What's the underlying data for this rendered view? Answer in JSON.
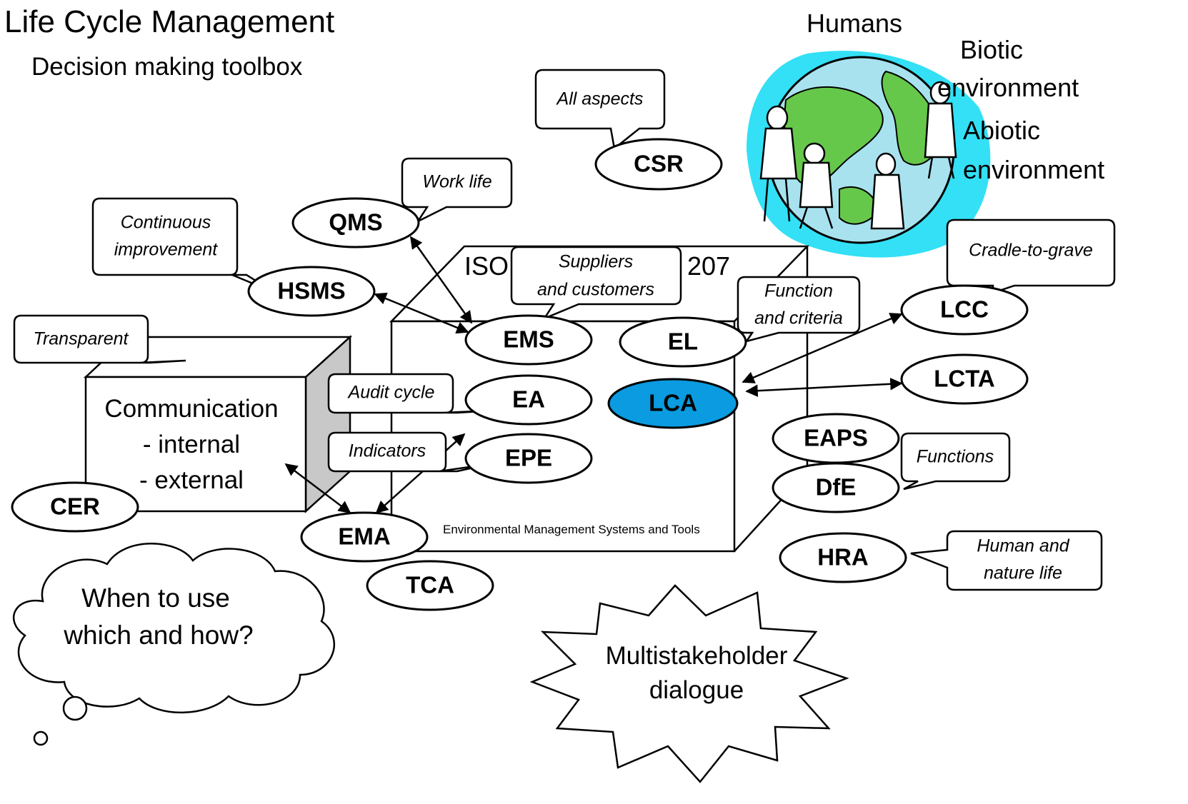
{
  "title": "Life Cycle Management",
  "subtitle": "Decision making toolbox",
  "world": {
    "labels": [
      "Humans",
      "Biotic",
      "environment",
      "Abiotic",
      "environment"
    ]
  },
  "cube_iso": {
    "label_left": "ISO",
    "label_right": "207",
    "caption": "Environmental Management Systems and Tools"
  },
  "communication_box": {
    "line1": "Communication",
    "line2": "- internal",
    "line3": "- external"
  },
  "nodes": {
    "CSR": "CSR",
    "QMS": "QMS",
    "HSMS": "HSMS",
    "EMS": "EMS",
    "EL": "EL",
    "EA": "EA",
    "LCA": "LCA",
    "EPE": "EPE",
    "EMA": "EMA",
    "TCA": "TCA",
    "CER": "CER",
    "LCC": "LCC",
    "LCTA": "LCTA",
    "EAPS": "EAPS",
    "DfE": "DfE",
    "HRA": "HRA"
  },
  "callouts": {
    "all_aspects": "All aspects",
    "work_life": "Work life",
    "continuous_1": "Continuous",
    "continuous_2": "improvement",
    "suppliers_1": "Suppliers",
    "suppliers_2": "and customers",
    "function_1": "Function",
    "function_2": "and criteria",
    "cradle": "Cradle-to-grave",
    "transparent": "Transparent",
    "audit": "Audit cycle",
    "indicators": "Indicators",
    "functions": "Functions",
    "human_1": "Human and",
    "human_2": "nature life"
  },
  "thought": {
    "line1": "When to use",
    "line2": "which and how?"
  },
  "burst": {
    "line1": "Multistakeholder",
    "line2": "dialogue"
  },
  "colors": {
    "lca_fill": "#0a9be0",
    "globe_bg": "#33e0f5",
    "globe_land": "#66c84a",
    "globe_water": "#a9e2ef",
    "cube_side": "#c8c8c8"
  }
}
